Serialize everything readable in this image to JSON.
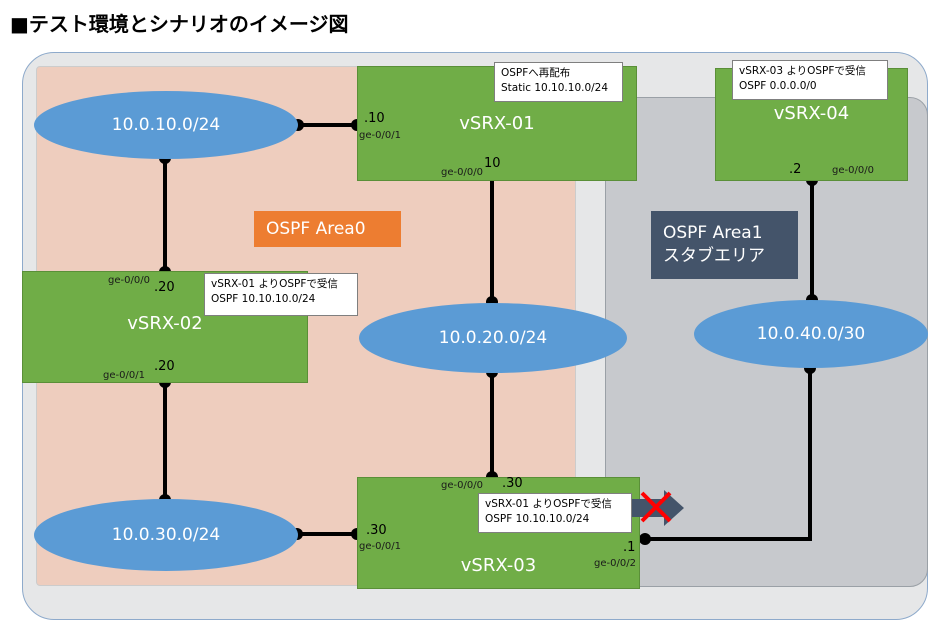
{
  "title": "■テスト環境とシナリオのイメージ図",
  "areas": {
    "area0": "OSPF Area0",
    "area1_line1": "OSPF Area1",
    "area1_line2": "スタブエリア"
  },
  "networks": {
    "net10": "10.0.10.0/24",
    "net20": "10.0.20.0/24",
    "net30": "10.0.30.0/24",
    "net40": "10.0.40.0/30"
  },
  "routers": {
    "r01": "vSRX-01",
    "r02": "vSRX-02",
    "r03": "vSRX-03",
    "r04": "vSRX-04"
  },
  "notes": {
    "r01_l1": "OSPFへ再配布",
    "r01_l2": "Static 10.10.10.0/24",
    "r02_l1": "vSRX-01 よりOSPFで受信",
    "r02_l2": "OSPF 10.10.10.0/24",
    "r03_l1": "vSRX-01 よりOSPFで受信",
    "r03_l2": "OSPF 10.10.10.0/24",
    "r04_l1": "vSRX-03 よりOSPFで受信",
    "r04_l2": "OSPF 0.0.0.0/0"
  },
  "interfaces": {
    "r01_ge001": "ge-0/0/1",
    "r01_ge000": "ge-0/0/0",
    "r02_ge000": "ge-0/0/0",
    "r02_ge001": "ge-0/0/1",
    "r03_ge000": "ge-0/0/0",
    "r03_ge001": "ge-0/0/1",
    "r03_ge002": "ge-0/0/2",
    "r04_ge000": "ge-0/0/0"
  },
  "addresses": {
    "r01_a": ".10",
    "r01_b": "10",
    "r02_a": ".20",
    "r02_b": ".20",
    "r03_a": ".30",
    "r03_b": ".30",
    "r03_c": ".1",
    "r04_a": ".2"
  },
  "icons": {
    "blocked": "red-x-icon",
    "arrow": "arrow-right-icon"
  },
  "colors": {
    "network": "#5b9bd5",
    "router": "#70ad47",
    "area0_label": "#ed7d31",
    "area1_label": "#44546a",
    "blocked": "#ff0000"
  }
}
